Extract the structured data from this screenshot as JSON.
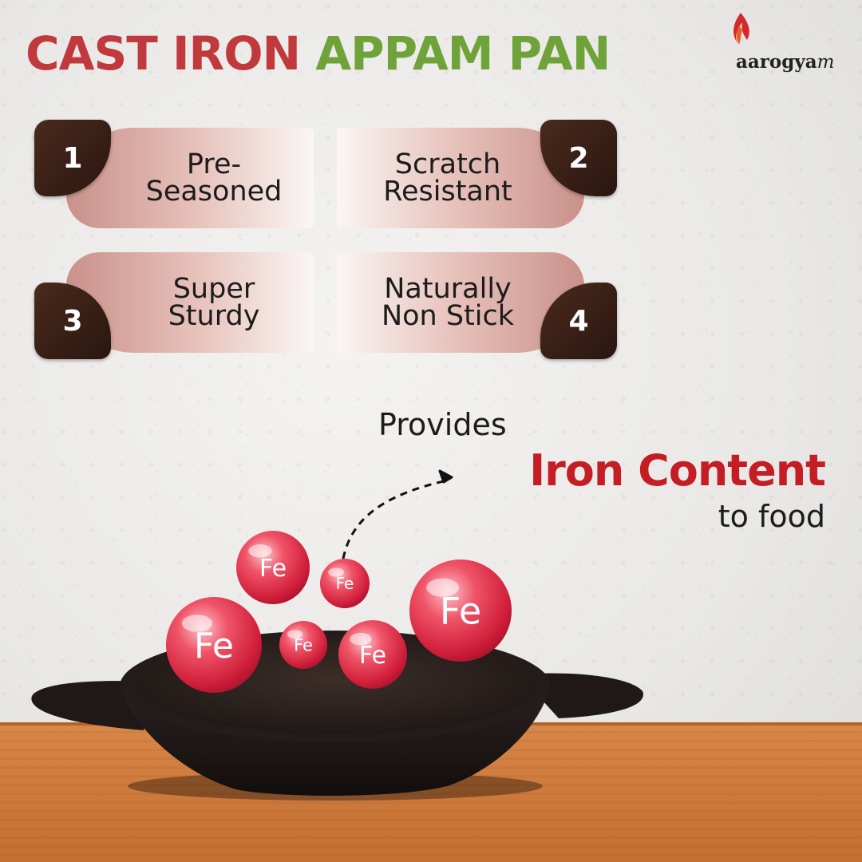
{
  "title": {
    "part1": "CAST IRON",
    "part2": "APPAM PAN"
  },
  "brand": {
    "name": "aarogya",
    "suffix": "m"
  },
  "features": [
    {
      "number": "1",
      "line1": "Pre-",
      "line2": "Seasoned"
    },
    {
      "number": "2",
      "line1": "Scratch",
      "line2": "Resistant"
    },
    {
      "number": "3",
      "line1": "Super",
      "line2": "Sturdy"
    },
    {
      "number": "4",
      "line1": "Naturally",
      "line2": "Non Stick"
    }
  ],
  "callout": {
    "line1": "Provides",
    "line2": "Iron Content",
    "line3": "to food"
  },
  "fe_symbol": "Fe",
  "colors": {
    "title_red": "#c0393d",
    "title_green": "#6fa33a",
    "highlight_red": "#c41e24",
    "badge_brown": "#3a1f15"
  }
}
